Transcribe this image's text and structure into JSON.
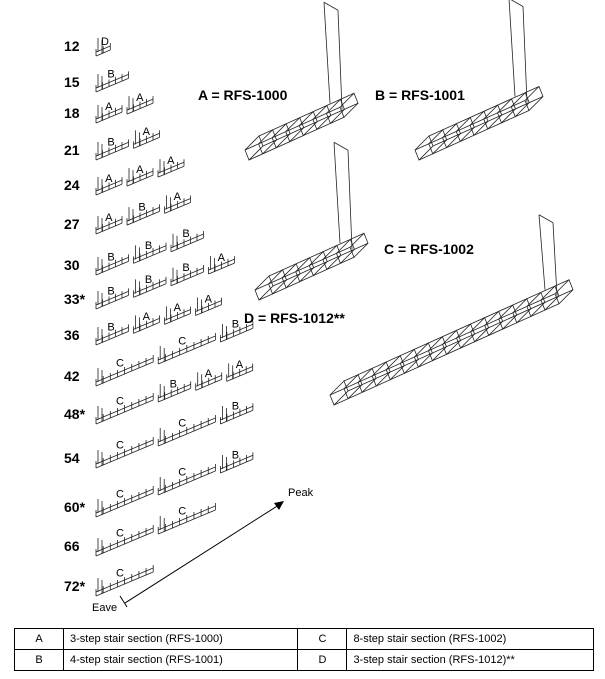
{
  "rows": [
    {
      "label": "12",
      "letters": [
        "D"
      ]
    },
    {
      "label": "15",
      "letters": [
        "B"
      ]
    },
    {
      "label": "18",
      "letters": [
        "A",
        "A"
      ]
    },
    {
      "label": "21",
      "letters": [
        "B",
        "A"
      ]
    },
    {
      "label": "24",
      "letters": [
        "A",
        "A",
        "A"
      ]
    },
    {
      "label": "27",
      "letters": [
        "A",
        "B",
        "A"
      ]
    },
    {
      "label": "30",
      "letters": [
        "B",
        "B",
        "B"
      ]
    },
    {
      "label": "33*",
      "letters": [
        "B",
        "B",
        "B",
        "A"
      ]
    },
    {
      "label": "36",
      "letters": [
        "B",
        "A",
        "A",
        "A"
      ]
    },
    {
      "label": "42",
      "letters": [
        "C",
        "C",
        "B"
      ]
    },
    {
      "label": "48*",
      "letters": [
        "C",
        "B",
        "A",
        "A"
      ]
    },
    {
      "label": "54",
      "letters": [
        "C",
        "C",
        "B"
      ]
    },
    {
      "label": "60*",
      "letters": [
        "C",
        "C",
        "B"
      ]
    },
    {
      "label": "66",
      "letters": [
        "C",
        "C"
      ]
    },
    {
      "label": "72*",
      "letters": [
        "C"
      ]
    }
  ],
  "sections": [
    {
      "code": "A",
      "caption": "A = RFS-1000"
    },
    {
      "code": "B",
      "caption": "B = RFS-1001"
    },
    {
      "code": "D",
      "caption": "D = RFS-1012**"
    },
    {
      "code": "C",
      "caption": "C = RFS-1002"
    }
  ],
  "arrow": {
    "start_label": "Eave",
    "end_label": "Peak"
  },
  "legend": [
    [
      {
        "key": "A",
        "desc": "3-step stair section (RFS-1000)"
      },
      {
        "key": "C",
        "desc": "8-step stair section (RFS-1002)"
      }
    ],
    [
      {
        "key": "B",
        "desc": "4-step stair section (RFS-1001)"
      },
      {
        "key": "D",
        "desc": "3-step stair section (RFS-1012)**"
      }
    ]
  ]
}
